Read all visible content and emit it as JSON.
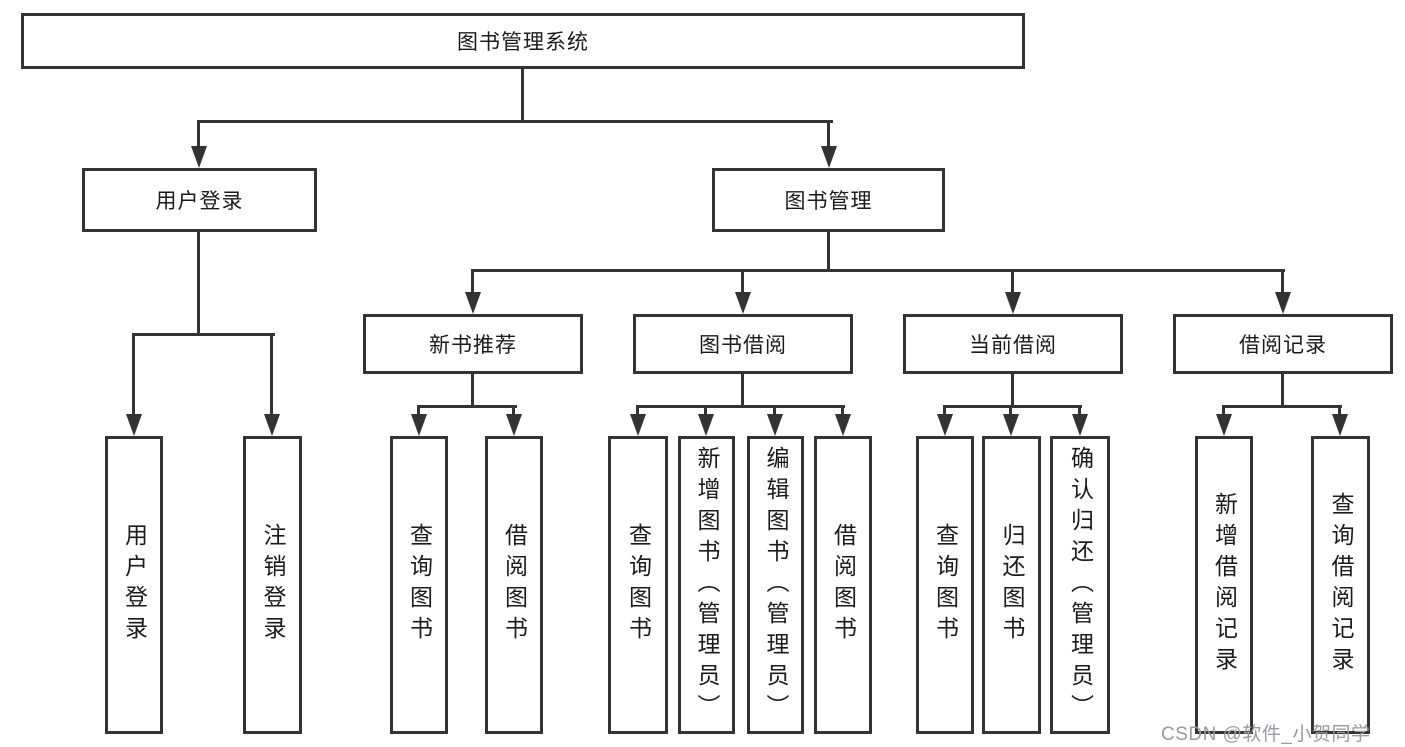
{
  "tree": {
    "root": {
      "label": "图书管理系统"
    },
    "user_login": {
      "label": "用户登录",
      "children": {
        "login": {
          "label": "用户登录"
        },
        "logout": {
          "label": "注销登录"
        }
      }
    },
    "book_management": {
      "label": "图书管理",
      "children": {
        "new_book_recommend": {
          "label": "新书推荐",
          "children": {
            "query_books": {
              "label": "查询图书"
            },
            "borrow_books": {
              "label": "借阅图书"
            }
          }
        },
        "book_borrowing": {
          "label": "图书借阅",
          "children": {
            "query_books": {
              "label": "查询图书"
            },
            "add_books_admin": {
              "label": "新增图书（管理员）"
            },
            "edit_books_admin": {
              "label": "编辑图书（管理员）"
            },
            "borrow_books": {
              "label": "借阅图书"
            }
          }
        },
        "current_borrowing": {
          "label": "当前借阅",
          "children": {
            "query_books": {
              "label": "查询图书"
            },
            "return_books": {
              "label": "归还图书"
            },
            "confirm_return_admin": {
              "label": "确认归还（管理员）"
            }
          }
        },
        "borrowing_records": {
          "label": "借阅记录",
          "children": {
            "add_borrow_record": {
              "label": "新增借阅记录"
            },
            "query_borrow_record": {
              "label": "查询借阅记录"
            }
          }
        }
      }
    }
  },
  "watermark": {
    "text": "CSDN @软件_小贺同学"
  },
  "colors": {
    "line": "#333333",
    "box_border": "#333333",
    "box_fill": "#ffffff",
    "text": "#1b1b1b",
    "watermark": "#9a9aa1"
  }
}
